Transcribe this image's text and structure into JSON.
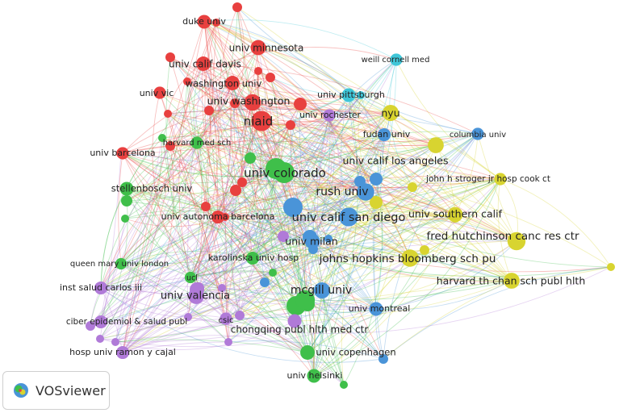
{
  "app": {
    "name": "VOSviewer",
    "logo_icon": "vosviewer-logo-icon"
  },
  "clusters": {
    "red": "#e8403f",
    "green": "#3fbf4a",
    "blue": "#4a94d8",
    "yellow": "#d8d430",
    "purple": "#b07ad8",
    "cyan": "#3fc6d8"
  },
  "nodes": [
    {
      "id": "duke",
      "label": "duke univ",
      "cluster": "red",
      "w": 1
    },
    {
      "id": "minnesota",
      "label": "univ minnesota",
      "cluster": "red",
      "w": 1.2
    },
    {
      "id": "ucdavis",
      "label": "univ calif davis",
      "cluster": "red",
      "w": 1.1
    },
    {
      "id": "washu",
      "label": "washington univ",
      "cluster": "red",
      "w": 1.1
    },
    {
      "id": "uvic",
      "label": "univ vic",
      "cluster": "red",
      "w": 0.8
    },
    {
      "id": "uwash",
      "label": "univ washington",
      "cluster": "red",
      "w": 1.4
    },
    {
      "id": "niaid",
      "label": "niaid",
      "cluster": "red",
      "w": 1.9
    },
    {
      "id": "barcelona",
      "label": "univ barcelona",
      "cluster": "red",
      "w": 0.8
    },
    {
      "id": "uab",
      "label": "univ autonoma barcelona",
      "cluster": "red",
      "w": 0.9
    },
    {
      "id": "colorado",
      "label": "univ colorado",
      "cluster": "green",
      "w": 2
    },
    {
      "id": "harvardmed",
      "label": "harvard med sch",
      "cluster": "green",
      "w": 0.8
    },
    {
      "id": "stellenbosch",
      "label": "stellenbosch univ",
      "cluster": "green",
      "w": 1
    },
    {
      "id": "karolinska",
      "label": "karolinska univ hosp",
      "cluster": "green",
      "w": 0.9
    },
    {
      "id": "qmul",
      "label": "queen mary univ london",
      "cluster": "green",
      "w": 0.7
    },
    {
      "id": "ucl",
      "label": "ucl",
      "cluster": "green",
      "w": 0.7
    },
    {
      "id": "mcgill",
      "label": "mcgill univ",
      "cluster": "green",
      "w": 1.8
    },
    {
      "id": "copenhagen",
      "label": "univ copenhagen",
      "cluster": "green",
      "w": 1.1
    },
    {
      "id": "helsinki",
      "label": "univ helsinki",
      "cluster": "green",
      "w": 1
    },
    {
      "id": "weill",
      "label": "weill cornell med",
      "cluster": "cyan",
      "w": 0.8
    },
    {
      "id": "pittsburgh",
      "label": "univ pittsburgh",
      "cluster": "cyan",
      "w": 1
    },
    {
      "id": "rochester",
      "label": "univ rochester",
      "cluster": "purple",
      "w": 0.8
    },
    {
      "id": "nyu",
      "label": "nyu",
      "cluster": "yellow",
      "w": 1.2
    },
    {
      "id": "fudan",
      "label": "fudan univ",
      "cluster": "blue",
      "w": 0.9
    },
    {
      "id": "columbia",
      "label": "columbia univ",
      "cluster": "blue",
      "w": 0.8
    },
    {
      "id": "ucla",
      "label": "univ calif los angeles",
      "cluster": "yellow",
      "w": 1.3
    },
    {
      "id": "stroger",
      "label": "john h stroger jr hosp cook ct",
      "cluster": "yellow",
      "w": 0.8
    },
    {
      "id": "rush",
      "label": "rush univ",
      "cluster": "blue",
      "w": 1.5
    },
    {
      "id": "ucsd",
      "label": "univ calif san diego",
      "cluster": "blue",
      "w": 1.7
    },
    {
      "id": "usc",
      "label": "univ southern calif",
      "cluster": "yellow",
      "w": 1.2
    },
    {
      "id": "fredhutch",
      "label": "fred hutchinson canc res ctr",
      "cluster": "yellow",
      "w": 1.6
    },
    {
      "id": "milan",
      "label": "univ milan",
      "cluster": "blue",
      "w": 1.2
    },
    {
      "id": "jhu",
      "label": "johns hopkins bloomberg sch pu",
      "cluster": "yellow",
      "w": 1.5
    },
    {
      "id": "harvardth",
      "label": "harvard th chan sch publ hlth",
      "cluster": "yellow",
      "w": 1.3
    },
    {
      "id": "isciii",
      "label": "inst salud carlos iii",
      "cluster": "purple",
      "w": 0.9
    },
    {
      "id": "valencia",
      "label": "univ valencia",
      "cluster": "purple",
      "w": 1.3
    },
    {
      "id": "csic",
      "label": "csic",
      "cluster": "purple",
      "w": 0.8
    },
    {
      "id": "ciber",
      "label": "ciber epidemiol & salud publ",
      "cluster": "purple",
      "w": 0.9
    },
    {
      "id": "chongqing",
      "label": "chongqing publ hlth med ctr",
      "cluster": "purple",
      "w": 1
    },
    {
      "id": "montreal",
      "label": "univ montreal",
      "cluster": "blue",
      "w": 1
    },
    {
      "id": "ramon",
      "label": "hosp univ ramon y cajal",
      "cluster": "purple",
      "w": 0.9
    }
  ]
}
